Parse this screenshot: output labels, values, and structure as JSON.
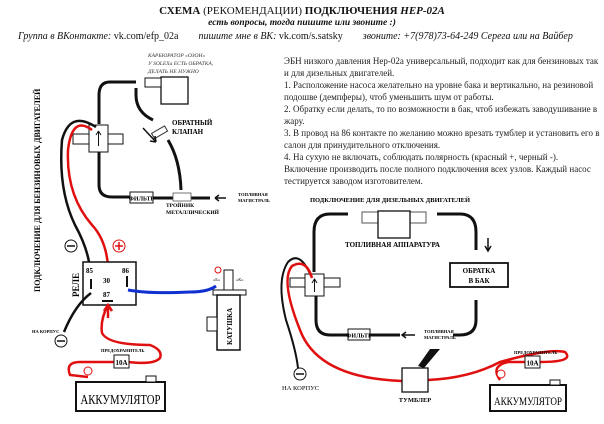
{
  "header": {
    "title_main": "СХЕМА",
    "title_paren": "(РЕКОМЕНДАЦИИ)",
    "title_conn": "ПОДКЛЮЧЕНИЯ",
    "title_model": "НЕР-02А",
    "subtitle": "есть вопросы, тогда пишите или звоните :)",
    "group_label": "Группа в ВКонтакте:",
    "group_link": "vk.com/efp_02a",
    "write_label": "пишите мне в ВК:",
    "write_link": "vk.com/s.satsky",
    "call_label": "звоните:",
    "call_value": "+7(978)73-64-249 Серега или на Вайбер"
  },
  "description": [
    "ЭБН низкого давления Нер-02а универсальный, подходит как для бензиновых так и для дизельных двигателей.",
    "1. Расположение насоса желательно на уровне бака и вертикально, на резиновой подошве (демпферы), чтоб уменьшить шум от работы.",
    "2. Обратку если делать, то по возможности в бак, чтоб избежать заводушивание в жару.",
    "3. В провод на 86 контакте по желанию можно врезать тумблер и установить его в салон для принудительного отключения.",
    "4. На сухую не включать, соблюдать полярность (красный +, черный -). Включение производить после полного подключения всех узлов. Каждый насос тестируется заводом изготовителем."
  ],
  "petrol": {
    "section_label": "ПОДКЛЮЧЕНИЕ ДЛЯ БЕНЗИНОВЫХ ДВИГАТЕЛЕЙ",
    "carb_note_1": "КАРБЮРАТОР «ОЗОН»",
    "carb_note_2": "У SOLEXа ЕСТЬ ОБРАТКА,",
    "carb_note_3": "ДЕЛАТЬ НЕ НУЖНО",
    "check_valve_1": "ОБРАТНЫЙ",
    "check_valve_2": "КЛАПАН",
    "filter": "ФИЛЬТР",
    "tee_1": "ТРОЙНИК",
    "tee_2": "МЕТАЛЛИЧЕСКИЙ",
    "fuel_line_1": "ТОПЛИВНАЯ",
    "fuel_line_2": "МАГИСТРАЛЬ",
    "relay": "РЕЛЕ",
    "pin_85": "85",
    "pin_30": "30",
    "pin_86": "86",
    "pin_87": "87",
    "coil": "КАТУШКА",
    "coil_b": "«Б»",
    "coil_k": "«К»",
    "ground": "НА КОРПУС",
    "fuse_label": "ПРЕДОХРАНИТЕЛЬ",
    "fuse_value": "10А",
    "battery": "АККУМУЛЯТОР"
  },
  "diesel": {
    "section_label": "ПОДКЛЮЧЕНИЕ ДЛЯ ДИЗЕЛЬНЫХ ДВИГАТЕЛЕЙ",
    "apparatus": "ТОПЛИВНАЯ АППАРАТУРА",
    "return_1": "ОБРАТКА",
    "return_2": "В БАК",
    "filter": "ФИЛЬТР",
    "fuel_line_1": "ТОПЛИВНАЯ",
    "fuel_line_2": "МАГИСТРАЛЬ",
    "ground": "НА КОРПУС",
    "switch": "ТУМБЛЕР",
    "fuse_label": "ПРЕДОХРАНИТЕЛЬ",
    "fuse_value": "10А",
    "battery": "АККУМУЛЯТОР"
  },
  "colors": {
    "positive_wire": "#e01010",
    "negative_wire": "#111111",
    "signal_wire": "#1030d0"
  }
}
